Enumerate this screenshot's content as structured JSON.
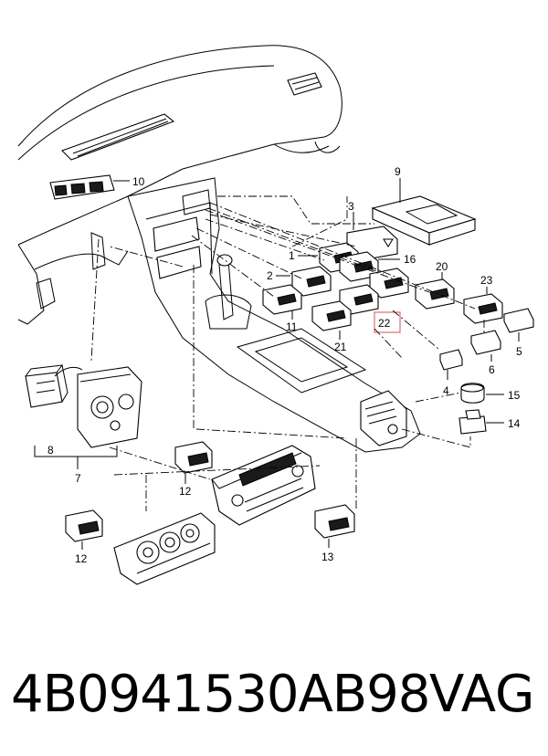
{
  "callouts": {
    "c1": "1",
    "c2": "2",
    "c3": "3",
    "c4": "4",
    "c5": "5",
    "c6": "6",
    "c7": "7",
    "c8": "8",
    "c9": "9",
    "c10": "10",
    "c11": "11",
    "c12a": "12",
    "c12b": "12",
    "c13": "13",
    "c14": "14",
    "c15": "15",
    "c16": "16",
    "c20": "20",
    "c21": "21",
    "c22": "22",
    "c23": "23"
  },
  "footer": {
    "part_number": "4B0941530AB98",
    "brand": "VAG"
  },
  "colors": {
    "line": "#000000",
    "highlight_box": "#e06a6a",
    "background": "#ffffff"
  }
}
